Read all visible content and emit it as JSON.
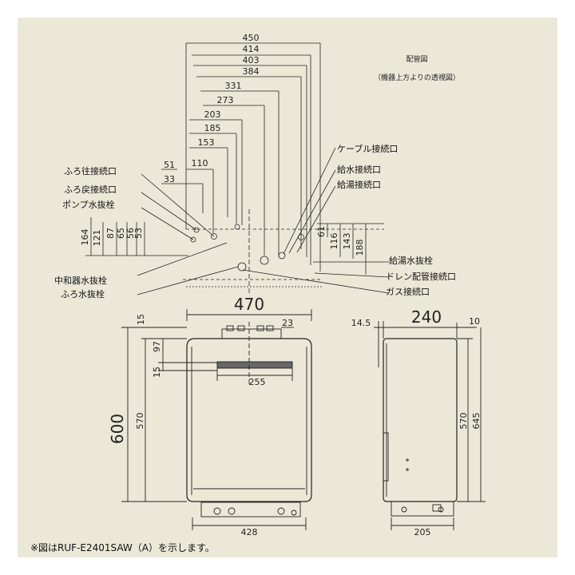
{
  "title": {
    "line1": "配管図",
    "line2": "（機器上方よりの透視図）"
  },
  "top_dims": [
    "450",
    "414",
    "403",
    "384",
    "331",
    "273",
    "203",
    "185",
    "153",
    "110",
    "51",
    "33"
  ],
  "right_dims": [
    "61",
    "116",
    "143",
    "188"
  ],
  "left_dims": [
    "164",
    "121",
    "87",
    "65",
    "56",
    "53"
  ],
  "labels_left": {
    "furo_out": "ふろ往接続口",
    "furo_back": "ふろ戻接続口",
    "pump_drain": "ポンプ水抜栓",
    "neutralizer_drain": "中和器水抜栓",
    "furo_drain": "ふろ水抜栓"
  },
  "labels_right": {
    "cable": "ケーブル接続口",
    "water_supply": "給水接続口",
    "hot_water": "給湯接続口",
    "hot_drain": "給湯水抜栓",
    "drain_pipe": "ドレン配管接続口",
    "gas": "ガス接続口"
  },
  "front_dims": {
    "width": "470",
    "height": "600",
    "h570": "570",
    "d15a": "15",
    "d97": "97",
    "d15b": "15",
    "d23": "23",
    "d255": "255",
    "d428": "428"
  },
  "side_dims": {
    "depth": "240",
    "d14_5": "14.5",
    "d10": "10",
    "h570": "570",
    "h645": "645",
    "d205": "205"
  },
  "footnote": "※図はRUF-E2401SAW（A）を示します。",
  "colors": {
    "background": "#ece8d8",
    "line": "#222222"
  }
}
